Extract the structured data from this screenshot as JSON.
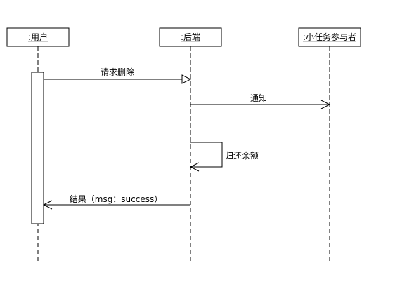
{
  "participants": [
    {
      "id": "user",
      "label": ":用户"
    },
    {
      "id": "backend",
      "label": ":后端"
    },
    {
      "id": "participant",
      "label": ":小任务参与者"
    }
  ],
  "messages": [
    {
      "id": "request-delete",
      "label": "请求删除",
      "from": "user",
      "to": "backend",
      "arrow": "open-triangle",
      "line": "solid"
    },
    {
      "id": "notify",
      "label": "通知",
      "from": "backend",
      "to": "participant",
      "arrow": "open",
      "line": "solid"
    },
    {
      "id": "return-balance",
      "label": "归还余额",
      "from": "backend",
      "to": "backend",
      "arrow": "open",
      "line": "solid",
      "self": true
    },
    {
      "id": "result",
      "label": "结果（msg：success）",
      "from": "backend",
      "to": "user",
      "arrow": "open",
      "line": "solid"
    }
  ]
}
